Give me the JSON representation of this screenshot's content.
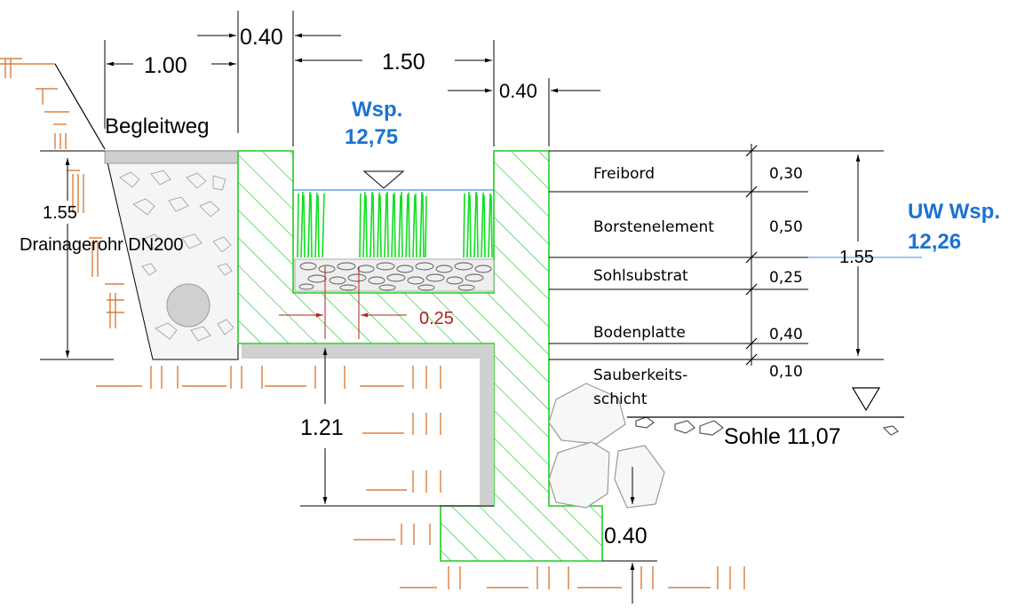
{
  "colors": {
    "concrete_hatch": "#22cc22",
    "bristle": "#11dd22",
    "water": "#1a73d0",
    "soil": "#d2691e",
    "dim_red": "#b22222",
    "grey": "#bdbdbd"
  },
  "dimensions": {
    "walkway_width": "1.00",
    "left_wall": "0.40",
    "channel_width": "1.50",
    "right_wall": "0.40",
    "bank_height": "1.55",
    "wall_offset": "0.25",
    "foundation_depth": "1.21",
    "footing_depth": "0.40",
    "total_height": "1.55"
  },
  "labels": {
    "walkway": "Begleitweg",
    "drain": "Drainagerohr DN200",
    "sole": "Sohle 11,07"
  },
  "water_levels": {
    "channel_title": "Wsp.",
    "channel_value": "12,75",
    "uw_title": "UW Wsp.",
    "uw_value": "12,26"
  },
  "layers": [
    {
      "name": "Freibord",
      "thickness": "0,30"
    },
    {
      "name": "Borstenelement",
      "thickness": "0,50"
    },
    {
      "name": "Sohlsubstrat",
      "thickness": "0,25"
    },
    {
      "name": "Bodenplatte",
      "thickness": "0,40"
    },
    {
      "name": "Sauberkeits-",
      "name2": "schicht",
      "thickness": "0,10"
    }
  ]
}
